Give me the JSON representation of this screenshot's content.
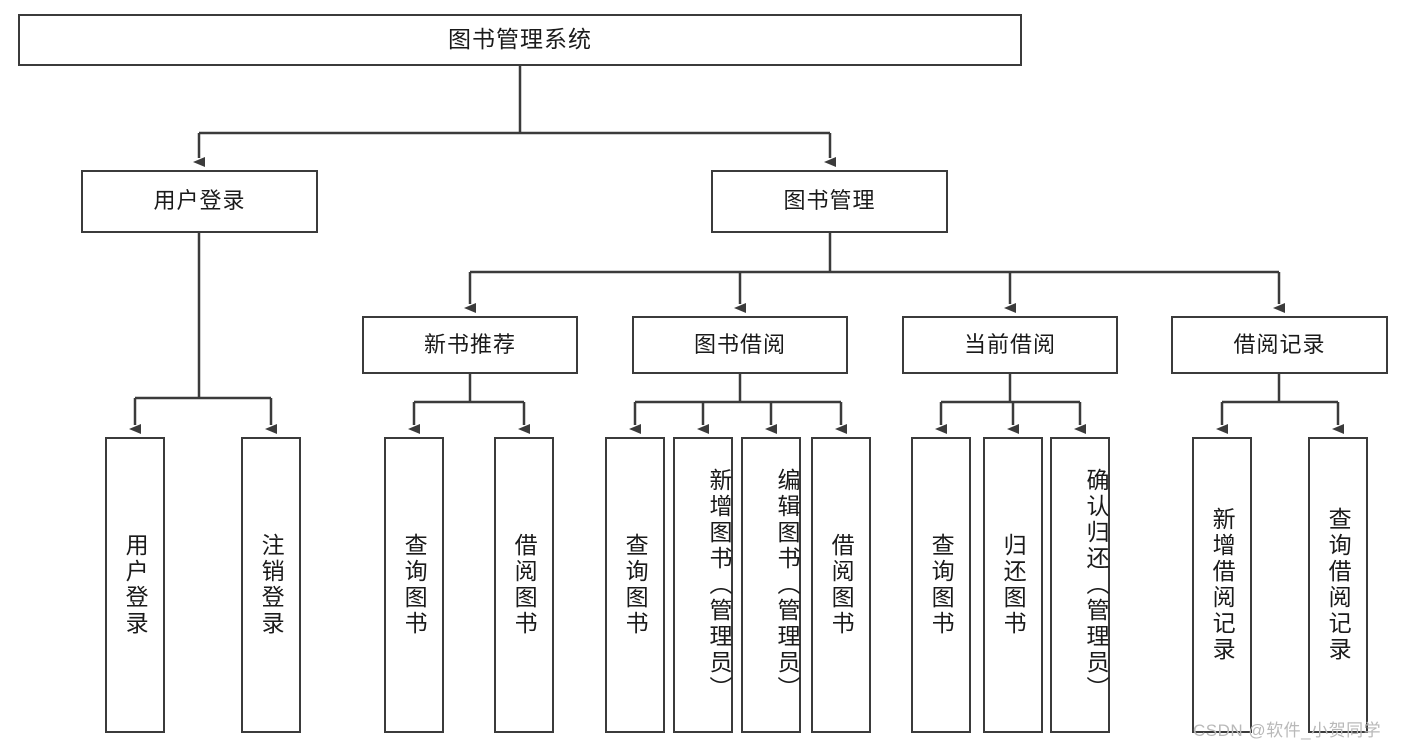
{
  "diagram": {
    "type": "tree",
    "title_node": {
      "label": "图书管理系统"
    },
    "level1": [
      {
        "label": "用户登录"
      },
      {
        "label": "图书管理"
      }
    ],
    "level2": [
      {
        "label": "新书推荐"
      },
      {
        "label": "图书借阅"
      },
      {
        "label": "当前借阅"
      },
      {
        "label": "借阅记录"
      }
    ],
    "leaves": {
      "user_login": [
        {
          "label": "用户登录"
        },
        {
          "label": "注销登录"
        }
      ],
      "new_book_recommend": [
        {
          "label": "查询图书"
        },
        {
          "label": "借阅图书"
        }
      ],
      "book_borrow": [
        {
          "label": "查询图书"
        },
        {
          "label": "新增图书（管理员）"
        },
        {
          "label": "编辑图书（管理员）"
        },
        {
          "label": "借阅图书"
        }
      ],
      "current_borrow": [
        {
          "label": "查询图书"
        },
        {
          "label": "归还图书"
        },
        {
          "label": "确认归还（管理员）"
        }
      ],
      "borrow_record": [
        {
          "label": "新增借阅记录"
        },
        {
          "label": "查询借阅记录"
        }
      ]
    }
  },
  "watermark": {
    "text": "CSDN @软件_小贺同学"
  },
  "colors": {
    "border": "#3b3b3b",
    "text": "#1a1a1a",
    "background": "#ffffff",
    "watermark": "#b9b9b9"
  }
}
